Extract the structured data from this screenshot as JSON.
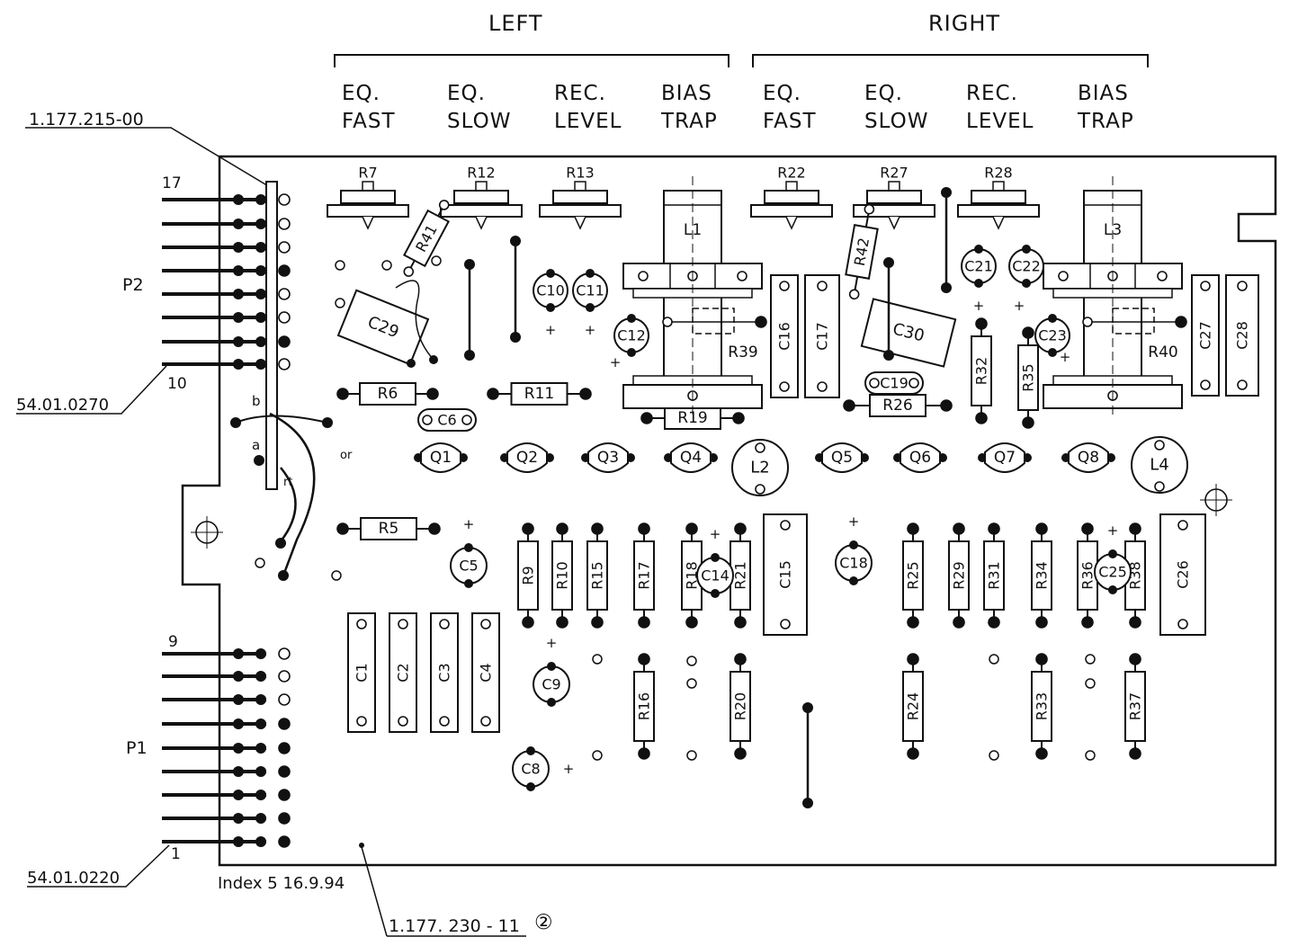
{
  "headers": {
    "left": "LEFT",
    "right": "RIGHT"
  },
  "columns": [
    {
      "l1": "EQ.",
      "l2": "FAST"
    },
    {
      "l1": "EQ.",
      "l2": "SLOW"
    },
    {
      "l1": "REC.",
      "l2": "LEVEL"
    },
    {
      "l1": "BIAS",
      "l2": "TRAP"
    },
    {
      "l1": "EQ.",
      "l2": "FAST"
    },
    {
      "l1": "EQ.",
      "l2": "SLOW"
    },
    {
      "l1": "REC.",
      "l2": "LEVEL"
    },
    {
      "l1": "BIAS",
      "l2": "TRAP"
    }
  ],
  "labels": {
    "board_part_top": "1.177.215-00",
    "p2": "P2",
    "p2_pin_first": "17",
    "p2_pin_last": "10",
    "p2_cable": "54.01.0270",
    "p1": "P1",
    "p1_pin_first": "9",
    "p1_pin_last": "1",
    "p1_cable": "54.01.0220",
    "index": "Index 5  16.9.94",
    "board_number": "1.177. 230 - 11",
    "board_revision": "②",
    "wire_b": "b",
    "wire_a": "a",
    "wire_rt": "rt",
    "wire_or": "or"
  },
  "trimmers": [
    "R7",
    "R12",
    "R13",
    "R22",
    "R27",
    "R28"
  ],
  "resistors_h": [
    "R6",
    "R11",
    "R19",
    "R26",
    "R5"
  ],
  "resistors_v_top": [
    "R32",
    "R35"
  ],
  "resistors_v_mid": [
    "R9",
    "R10",
    "R15",
    "R17",
    "R18",
    "R21",
    "R25",
    "R29",
    "R31",
    "R34",
    "R36",
    "R38"
  ],
  "resistors_v_low": [
    "R16",
    "R20",
    "R24",
    "R33",
    "R37"
  ],
  "resistors_tilted": [
    "R41",
    "R42"
  ],
  "transistors": [
    "Q1",
    "Q2",
    "Q3",
    "Q4",
    "Q5",
    "Q6",
    "Q7",
    "Q8"
  ],
  "caps_round": [
    "C10",
    "C11",
    "C12",
    "C21",
    "C22",
    "C23",
    "C5",
    "C9",
    "C8",
    "C14",
    "C18",
    "C25"
  ],
  "caps_oval": [
    "C6",
    "C19"
  ],
  "caps_box_v": [
    "C16",
    "C17",
    "C27",
    "C28",
    "C1",
    "C2",
    "C3",
    "C4",
    "C15",
    "C26"
  ],
  "caps_box_tilted": [
    "C29",
    "C30"
  ],
  "coils": [
    "L1",
    "L3"
  ],
  "coils_round": [
    "L2",
    "L4"
  ],
  "trap_resistors": [
    "R39",
    "R40"
  ],
  "plus": "+"
}
